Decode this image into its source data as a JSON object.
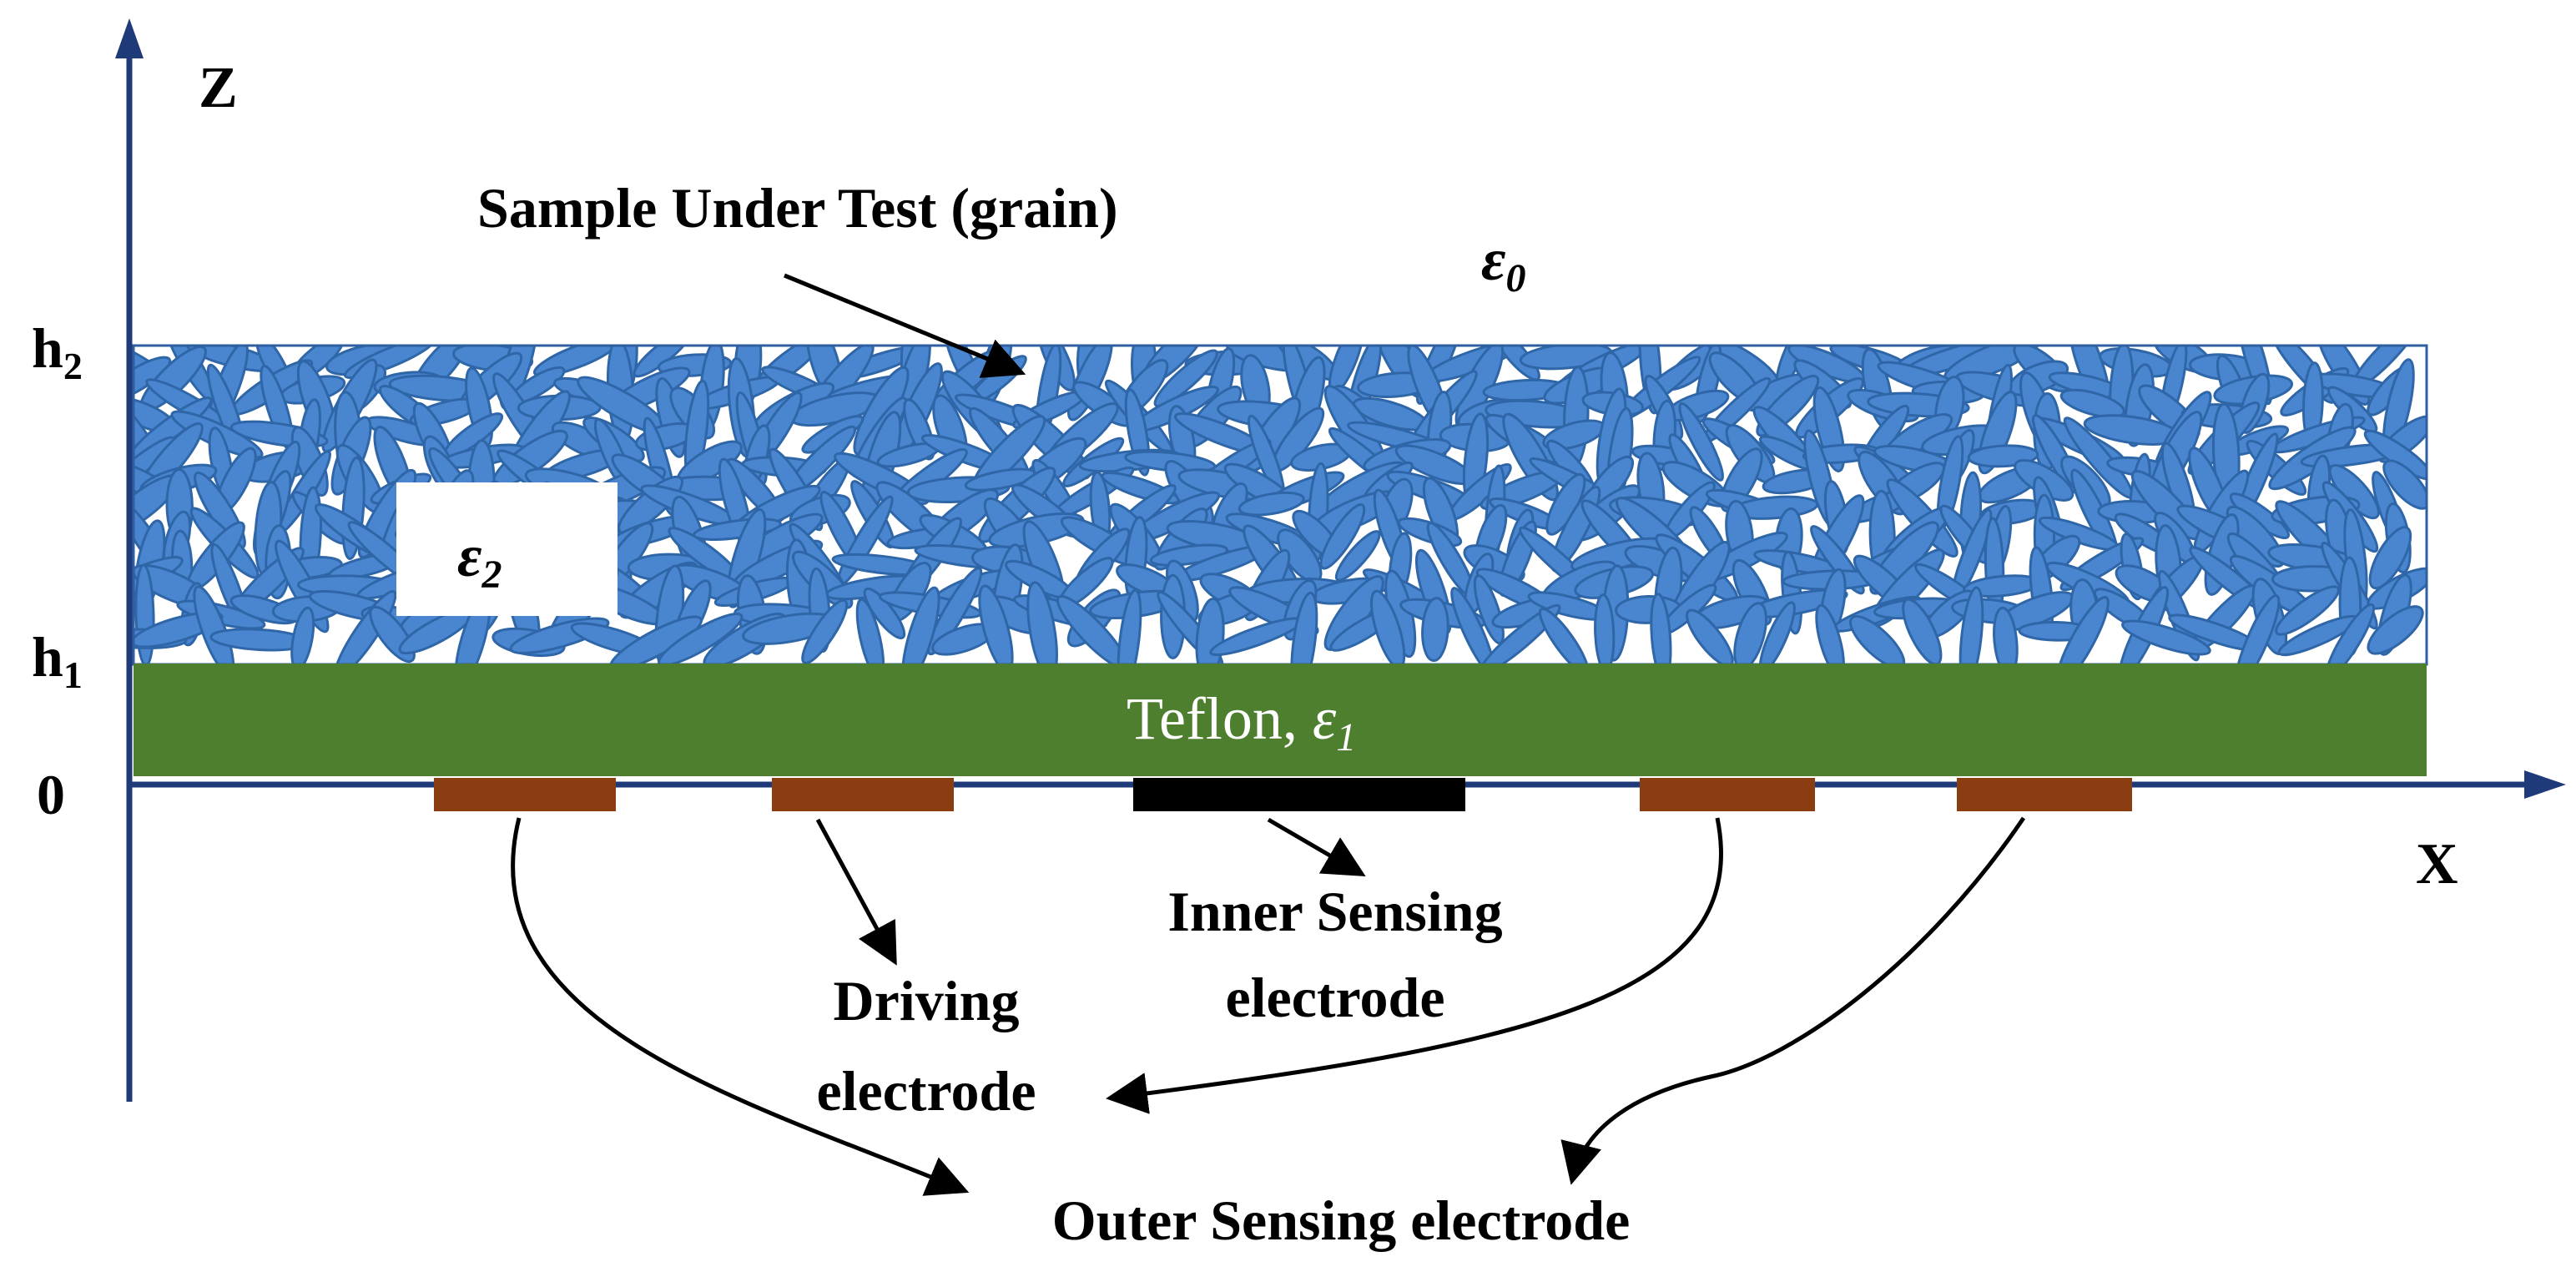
{
  "axes": {
    "z_label": "Z",
    "x_label": "X",
    "h2_base": "h",
    "h2_sub": "2",
    "h1_base": "h",
    "h1_sub": "1",
    "zero": "0"
  },
  "labels": {
    "sample": "Sample Under Test (grain)",
    "eps0_base": "ε",
    "eps0_sub": "0",
    "eps2_base": "ε",
    "eps2_sub": "2",
    "teflon_text": "Teflon, ",
    "eps1_base": "ε",
    "eps1_sub": "1",
    "inner_line1": "Inner Sensing",
    "inner_line2": "electrode",
    "driving_line1": "Driving",
    "driving_line2": "electrode",
    "outer": "Outer Sensing electrode"
  },
  "colors": {
    "axis": "#1f3a78",
    "grain_fill": "#4a86cf",
    "grain_stroke": "#2f66a8",
    "sample_border": "#2f5fa0",
    "teflon": "#4e7f2f",
    "electrode_outer_driving": "#8b3d12",
    "electrode_inner": "#000000"
  }
}
